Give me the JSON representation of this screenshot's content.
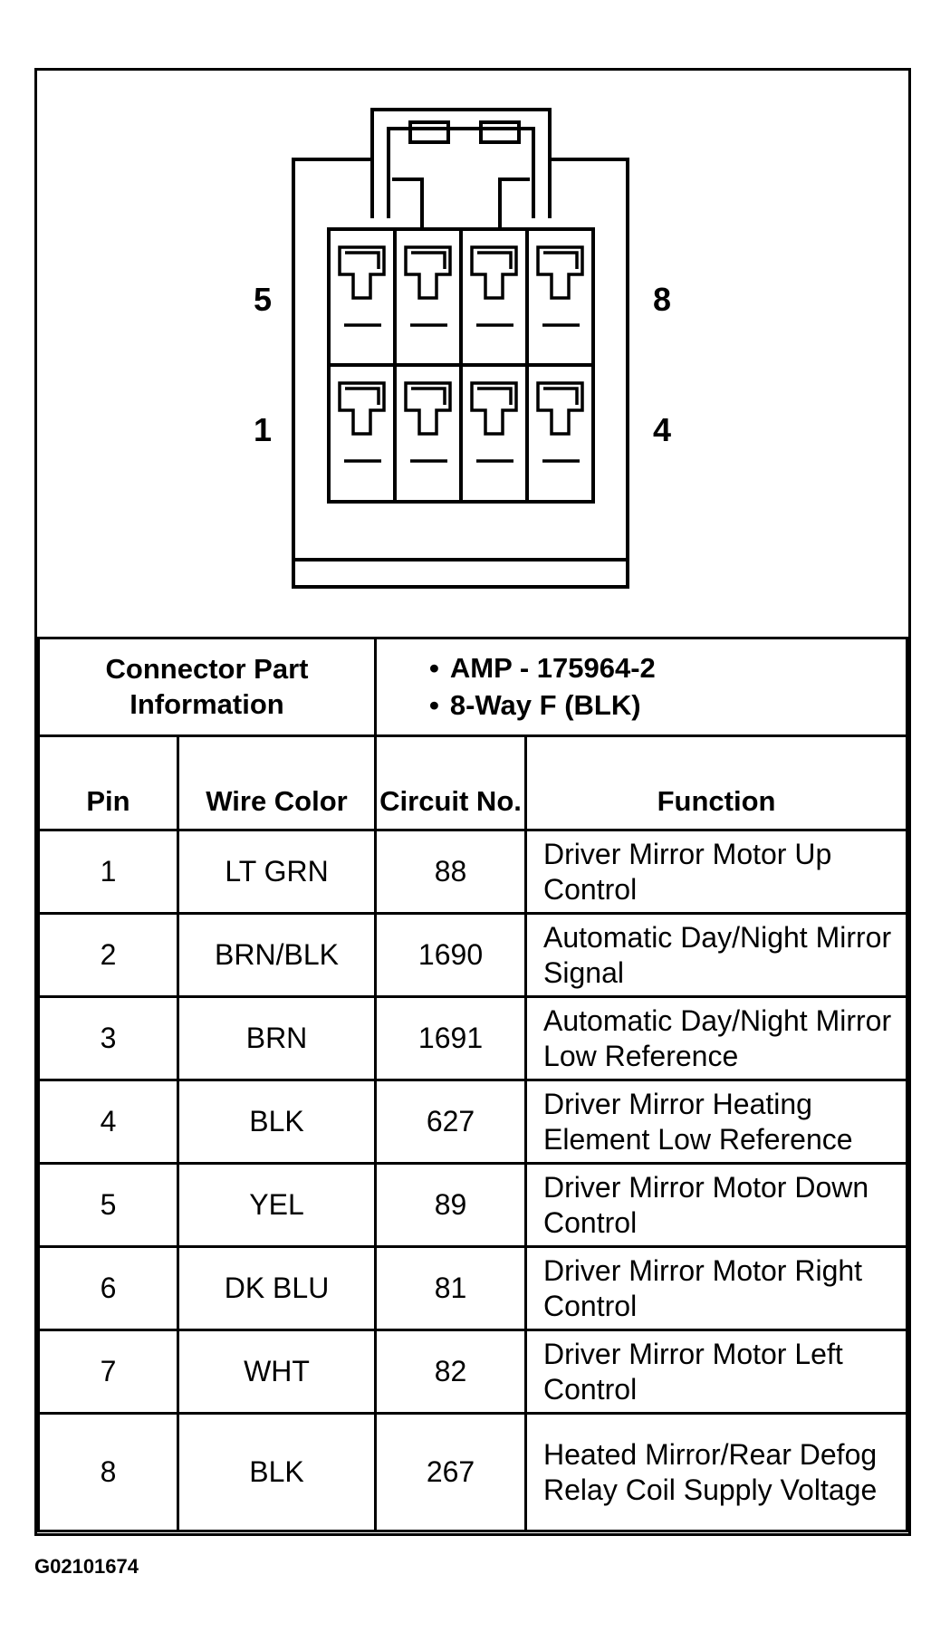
{
  "connector": {
    "pin_labels": {
      "top_left": "5",
      "top_right": "8",
      "bottom_left": "1",
      "bottom_right": "4"
    }
  },
  "part_info": {
    "label": "Connector Part Information",
    "items": [
      "AMP - 175964-2",
      "8-Way F (BLK)"
    ]
  },
  "columns": {
    "pin": "Pin",
    "wire_color": "Wire Color",
    "circuit": "Circuit No.",
    "function": "Function"
  },
  "rows": [
    {
      "pin": "1",
      "wire_color": "LT GRN",
      "circuit": "88",
      "function": "Driver Mirror Motor Up Control"
    },
    {
      "pin": "2",
      "wire_color": "BRN/BLK",
      "circuit": "1690",
      "function": "Automatic Day/Night Mirror Signal"
    },
    {
      "pin": "3",
      "wire_color": "BRN",
      "circuit": "1691",
      "function": "Automatic Day/Night Mirror Low Reference"
    },
    {
      "pin": "4",
      "wire_color": "BLK",
      "circuit": "627",
      "function": "Driver Mirror Heating Element Low Reference"
    },
    {
      "pin": "5",
      "wire_color": "YEL",
      "circuit": "89",
      "function": "Driver Mirror Motor Down Control"
    },
    {
      "pin": "6",
      "wire_color": "DK BLU",
      "circuit": "81",
      "function": "Driver Mirror Motor Right Control"
    },
    {
      "pin": "7",
      "wire_color": "WHT",
      "circuit": "82",
      "function": "Driver Mirror Motor Left Control"
    },
    {
      "pin": "8",
      "wire_color": "BLK",
      "circuit": "267",
      "function": "Heated Mirror/Rear Defog Relay Coil Supply Voltage"
    }
  ],
  "figure_id": "G02101674"
}
